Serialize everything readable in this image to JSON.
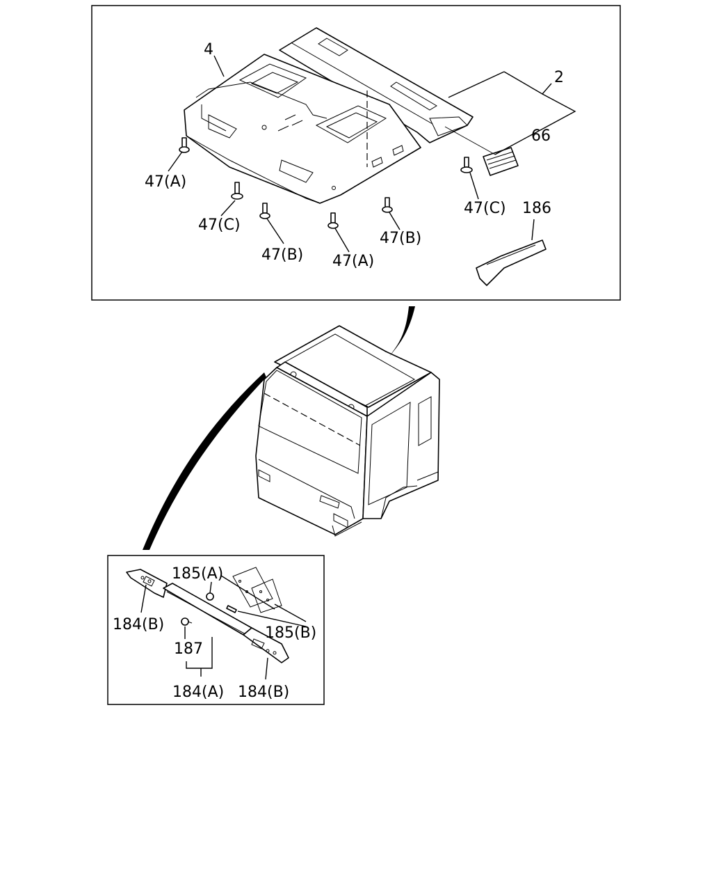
{
  "labels": {
    "p4": "4",
    "p2": "2",
    "p66": "66",
    "p47a_left": "47(A)",
    "p47c_left": "47(C)",
    "p47b_left": "47(B)",
    "p47a_bottom": "47(A)",
    "p47b_right": "47(B)",
    "p47c_right": "47(C)",
    "p186": "186",
    "p185a": "185(A)",
    "p185b": "185(B)",
    "p184b_left": "184(B)",
    "p187": "187",
    "p184a": "184(A)",
    "p184b_right": "184(B)"
  }
}
